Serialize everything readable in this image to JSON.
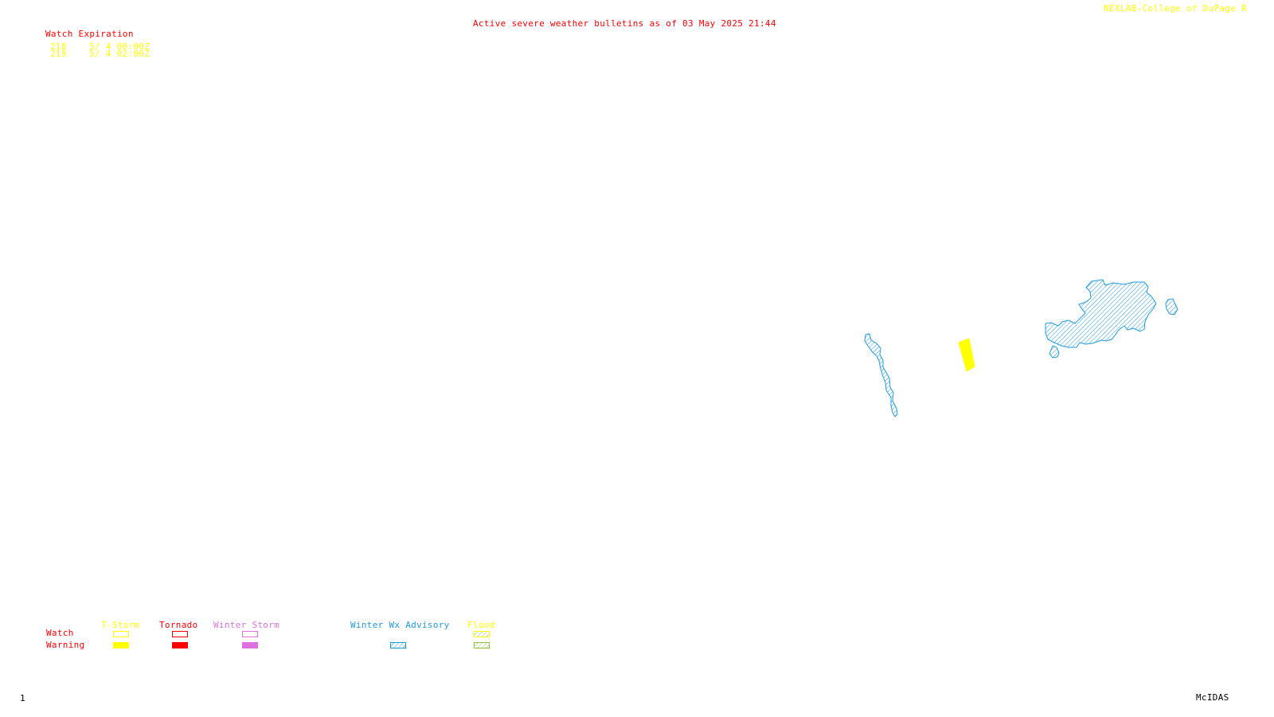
{
  "header": {
    "title": "Active severe weather bulletins as of 03 May 2025 21:44",
    "credit": "NEXLAB-College of DuPage R"
  },
  "watch_table": {
    "heading": "Watch Expiration",
    "rows": [
      {
        "number": "218",
        "expires": "5/ 4 00:00Z"
      },
      {
        "number": "219",
        "expires": "5/ 4 02:00Z"
      }
    ]
  },
  "legend": {
    "row_labels": {
      "watch": "Watch",
      "warning": "Warning"
    },
    "categories": [
      {
        "key": "tstorm",
        "label": "T-Storm",
        "color": "#ffff00"
      },
      {
        "key": "tornado",
        "label": "Tornado",
        "color": "#ff0000"
      },
      {
        "key": "winter-storm",
        "label": "Winter Storm",
        "color": "#e070e0"
      },
      {
        "key": "winter-wx-advisory",
        "label": "Winter Wx Advisory",
        "color": "#1e9be6"
      },
      {
        "key": "flood",
        "label": "Flood",
        "color": "#ffff00"
      }
    ]
  },
  "footer": {
    "frame_number": "1",
    "software": "McIDAS"
  }
}
